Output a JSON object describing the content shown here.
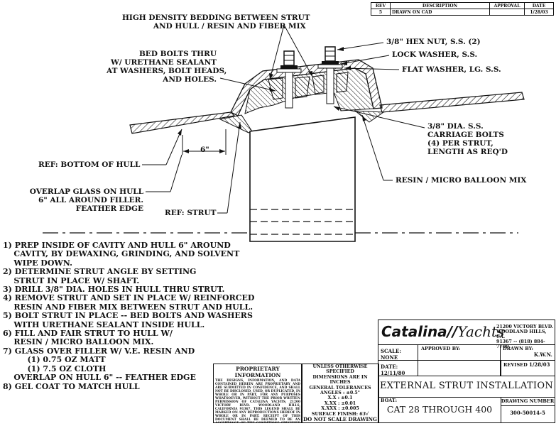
{
  "revision_block": {
    "headers": [
      "REV",
      "DESCRIPTION",
      "APPROVAL",
      "DATE"
    ],
    "row": [
      "5",
      "DRAWN ON CAD",
      "",
      "1/28/03"
    ]
  },
  "callouts": {
    "bedding": [
      "HIGH DENSITY BEDDING BETWEEN STRUT",
      "AND HULL / RESIN AND FIBER MIX"
    ],
    "hex_nut": "3/8\" HEX NUT, S.S. (2)",
    "lock_washer": "LOCK WASHER, S.S.",
    "flat_washer": "FLAT WASHER, LG. S.S.",
    "bed_bolts": [
      "BED BOLTS THRU",
      "W/ URETHANE SEALANT",
      "AT WASHERS, BOLT HEADS,",
      "AND HOLES."
    ],
    "carriage_bolts": [
      "3/8\" DIA. S.S.",
      "CARRIAGE BOLTS",
      "(4) PER STRUT,",
      "LENGTH AS REQ'D"
    ],
    "six_inch": "6\"",
    "ref_hull": "REF:  BOTTOM OF HULL",
    "resin_micro": "RESIN / MICRO BALLOON MIX",
    "overlap": [
      "OVERLAP GLASS ON HULL",
      "6\" ALL AROUND FILLER.",
      "FEATHER EDGE"
    ],
    "ref_strut": "REF: STRUT"
  },
  "notes": [
    "1) PREP INSIDE OF CAVITY AND HULL 6\" AROUND",
    "    CAVITY, BY DEWAXING, GRINDING, AND SOLVENT",
    "    WIPE DOWN.",
    "2) DETERMINE STRUT ANGLE BY SETTING",
    "    STRUT IN PLACE W/ SHAFT.",
    "3) DRILL 3/8\" DIA. HOLES IN HULL THRU STRUT.",
    "4) REMOVE STRUT AND SET IN PLACE W/ REINFORCED",
    "    RESIN AND FIBER MIX BETWEEN STRUT AND HULL.",
    "5) BOLT STRUT IN PLACE -- BED BOLTS AND WASHERS",
    "    WITH URETHANE SEALANT INSIDE HULL.",
    "6) FILL AND FAIR STRUT TO HULL W/",
    "    RESIN / MICRO BALLOON MIX.",
    "7) GLASS OVER FILLER W/ V.E. RESIN AND",
    "         (1) 0.75 OZ MATT",
    "         (1) 7.5 OZ CLOTH",
    "    OVERLAP ON HULL 6\" -- FEATHER EDGE",
    "8) GEL COAT TO MATCH HULL"
  ],
  "proprietary": {
    "title": "PROPRIETARY INFORMATION",
    "body": "THE DESIGNS, INFORMATION, AND DATA CONTAINED HEREIN ARE PROPRIETARY AND ARE SUBMITTED IN CONFIDENCE, AND SHALL NOT BE DISCLOSED, USED, OR DUPLICATED, IN WHOLE OR IN PART, FOR ANY PURPOSES WHATSOEVER, WITHOUT THE PRIOR WRITTEN PERMISSION OF CATALINA YACHTS, 21200 VICTORY BLVD. WOODLAND HILLS, CALIFORNIA 91367. THIS LEGEND SHALL BE MARKED ON ANY REPRODUCTIONS HEREOF IN WHOLE OR IN PART. RECEIPT OF THIS DOCUMENT SHALL BE DEEMED TO BE AN ACCEPTANCE OF THE CONDITIONS SPECIFIED HEREIN."
  },
  "tolerances": {
    "lines": [
      "UNLESS OTHERWISE SPECIFIED",
      "DIMENSIONS ARE IN INCHES",
      "GENERAL TOLERANCES",
      "ANGLES : ±0.5°",
      "X.X : ±0.1",
      "X.XX : ±0.01",
      "X.XXX : ±0.005",
      "SURFACE FINISH:"
    ],
    "finish_mark": "63",
    "footer": "DO NOT SCALE DRAWING"
  },
  "title_block": {
    "logo_left": "Catalina",
    "logo_right": "Yachts",
    "address": [
      "21200 VICTORY BLVD.",
      "WOODLAND HILLS, CA.",
      "91367 -- (818) 884-7700"
    ],
    "scale_label": "SCALE:",
    "scale_value": "NONE",
    "approved_label": "APPROVED BY:",
    "drawn_label": "DRAWN BY:",
    "drawn_value": "K.W.N.",
    "date_label": "DATE:",
    "date_value": "12/11/80",
    "revised_label": "REVISED",
    "revised_value": "1/28/03",
    "title": "EXTERNAL STRUT INSTALLATION",
    "boat_label": "BOAT:",
    "boat_value": "CAT 28 THROUGH 400",
    "dwg_label": "DRAWING NUMBER",
    "dwg_value": "300-50014-5"
  }
}
